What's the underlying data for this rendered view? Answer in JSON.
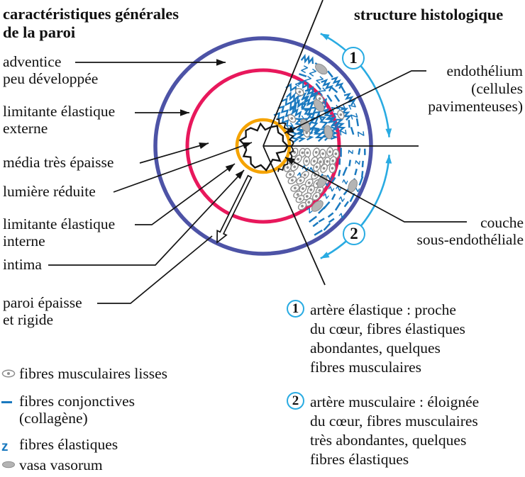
{
  "titles": {
    "left": [
      "caractéristiques générales",
      "de la paroi"
    ],
    "right": "structure histologique"
  },
  "left_labels": {
    "adventice": [
      "adventice",
      "peu développée"
    ],
    "limitante_externe": [
      "limitante élastique",
      "externe"
    ],
    "media": [
      "média très épaisse"
    ],
    "lumiere": [
      "lumière réduite"
    ],
    "limitante_interne": [
      "limitante élastique",
      "interne"
    ],
    "intima": [
      "intima"
    ],
    "paroi": [
      "paroi épaisse",
      "et rigide"
    ]
  },
  "right_labels": {
    "endothelium": [
      "endothélium",
      "(cellules",
      "pavimenteuses)"
    ],
    "sous_endotheliale": [
      "couche",
      "sous-endothéliale"
    ]
  },
  "legend": {
    "muscle": "fibres musculaires lisses",
    "conjonctive": [
      "fibres conjonctives",
      "(collagène)"
    ],
    "elastique": "fibres élastiques",
    "vasa": "vasa vasorum"
  },
  "notes": {
    "n1": {
      "num": "1",
      "lines": [
        "artère élastique : proche",
        "du cœur, fibres élastiques",
        "abondantes, quelques",
        "fibres musculaires"
      ]
    },
    "n2": {
      "num": "2",
      "lines": [
        "artère musculaire : éloignée",
        "du cœur, fibres musculaires",
        "très abondantes, quelques",
        "fibres élastiques"
      ]
    }
  },
  "badges": {
    "b1": "1",
    "b2": "2"
  },
  "glyphs": {
    "elastic": "z",
    "elastic_upper": "Z"
  },
  "colors": {
    "adventitia_ring": "#4d53a6",
    "external_elastic_ring": "#e8185c",
    "internal_elastic_ring": "#f5a300",
    "cyan": "#29abe2",
    "fiber_blue": "#1a79bf",
    "gray": "#8e8e8e",
    "gray_fill": "#b4b4b4",
    "ink": "#141414"
  }
}
